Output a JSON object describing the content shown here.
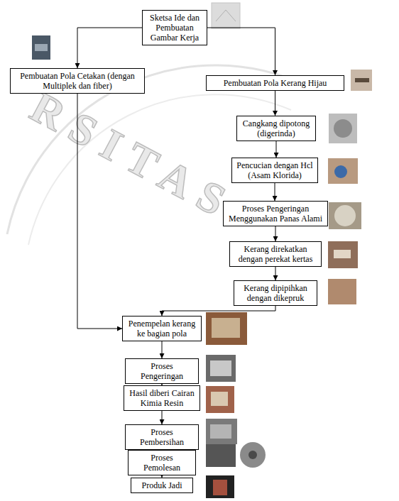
{
  "diagram": {
    "nodes": [
      {
        "text": [
          "Sketsa Ide dan Pembuatan Gambar Kerja"
        ]
      },
      {
        "text": [
          "Pembuatan Pola Cetakan (dengan Multiplek dan fiber)"
        ]
      },
      {
        "text": [
          "Pembuatan Pola Kerang Hijau"
        ]
      },
      {
        "text": [
          "Cangkang dipotong (digerinda)"
        ]
      },
      {
        "text": [
          "Pencucian dengan Hcl (Asam Klorida)"
        ]
      },
      {
        "text": [
          "Proses Pengeringan Menggunakan Panas Alami"
        ]
      },
      {
        "text": [
          "Kerang direkatkan dengan perekat kertas"
        ]
      },
      {
        "text": [
          "Kerang dipipihkan dengan dikepruk"
        ]
      },
      {
        "text": [
          "Penempelan kerang ke bagian pola"
        ]
      },
      {
        "text": [
          "Proses Pengeringan"
        ]
      },
      {
        "text": [
          "Hasil diberi Cairan Kimia Resin"
        ]
      },
      {
        "text": [
          "Proses Pembersihan"
        ]
      },
      {
        "text": [
          "Proses Pemolesan"
        ]
      },
      {
        "text": [
          "Produk Jadi"
        ]
      }
    ],
    "edges": [
      {
        "from": 0,
        "to": 1,
        "arrow": "to"
      },
      {
        "from": 0,
        "to": 2,
        "arrow": "to"
      },
      {
        "from": 1,
        "to": 8,
        "arrow": "to"
      },
      {
        "from": 2,
        "to": 3,
        "arrow": "to"
      },
      {
        "from": 3,
        "to": 4,
        "arrow": "to"
      },
      {
        "from": 4,
        "to": 5,
        "arrow": "to"
      },
      {
        "from": 5,
        "to": 6,
        "arrow": "to"
      },
      {
        "from": 6,
        "to": 7,
        "arrow": "to"
      },
      {
        "from": 7,
        "to": 8,
        "arrow": "to"
      },
      {
        "from": 8,
        "to": 9,
        "arrow": "to"
      },
      {
        "from": 9,
        "to": 10,
        "arrow": "to"
      },
      {
        "from": 10,
        "to": 11,
        "arrow": "to"
      },
      {
        "from": 11,
        "to": 12,
        "arrow": "to"
      },
      {
        "from": 12,
        "to": 13,
        "arrow": "to"
      }
    ],
    "labels": [
      "RSITAS"
    ]
  }
}
